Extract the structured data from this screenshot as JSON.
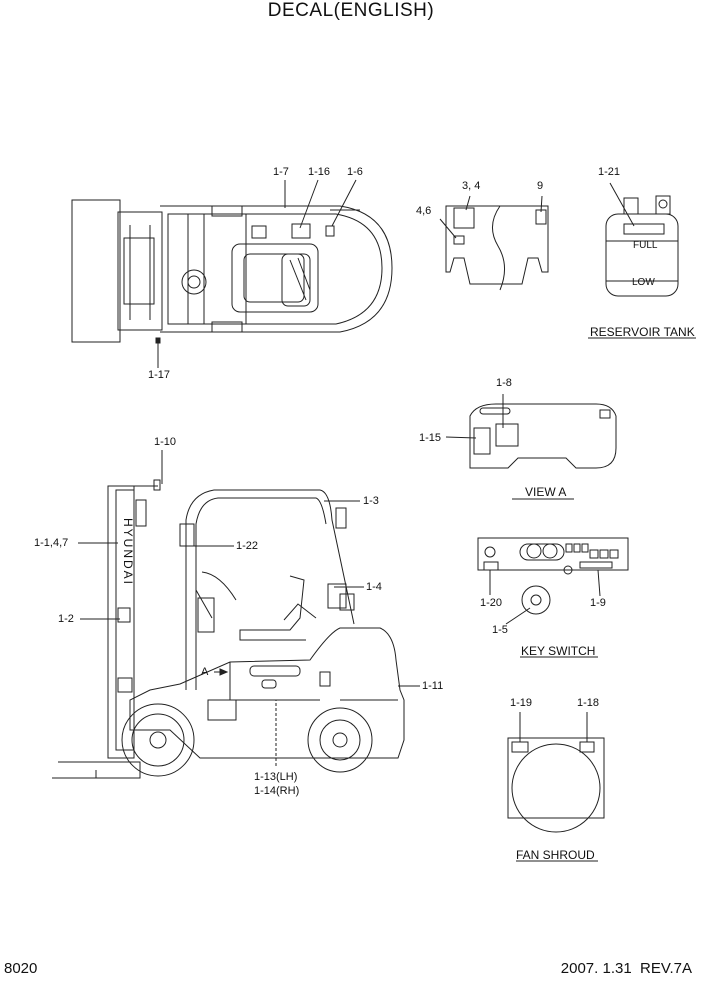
{
  "title": "DECAL(ENGLISH)",
  "top_view": {
    "labels": {
      "l17": "1-7",
      "l116": "1-16",
      "l16": "1-6",
      "l117": "1-17"
    }
  },
  "side_view": {
    "labels": {
      "l110": "1-10",
      "l1147": "1-1,4,7",
      "l13": "1-3",
      "l122": "1-22",
      "l14": "1-4",
      "l12": "1-2",
      "lA": "A",
      "l111": "1-11",
      "l113": "1-13(LH)",
      "l114": "1-14(RH)"
    },
    "mast_text": "HYUNDAI"
  },
  "panel_view": {
    "labels": {
      "l34": "3, 4",
      "l9": "9",
      "l46": "4,6"
    }
  },
  "reservoir": {
    "labels": {
      "l121": "1-21",
      "full": "FULL",
      "low": "LOW"
    },
    "caption": "RESERVOIR TANK"
  },
  "view_a": {
    "labels": {
      "l18": "1-8",
      "l115": "1-15"
    },
    "caption": "VIEW A"
  },
  "key_switch": {
    "labels": {
      "l120": "1-20",
      "l19": "1-9",
      "l15": "1-5"
    },
    "caption": "KEY SWITCH"
  },
  "fan_shroud": {
    "labels": {
      "l119": "1-19",
      "l118": "1-18"
    },
    "caption": "FAN SHROUD"
  },
  "footer": {
    "page": "8020",
    "date_rev": "2007. 1.31  REV.7A"
  }
}
